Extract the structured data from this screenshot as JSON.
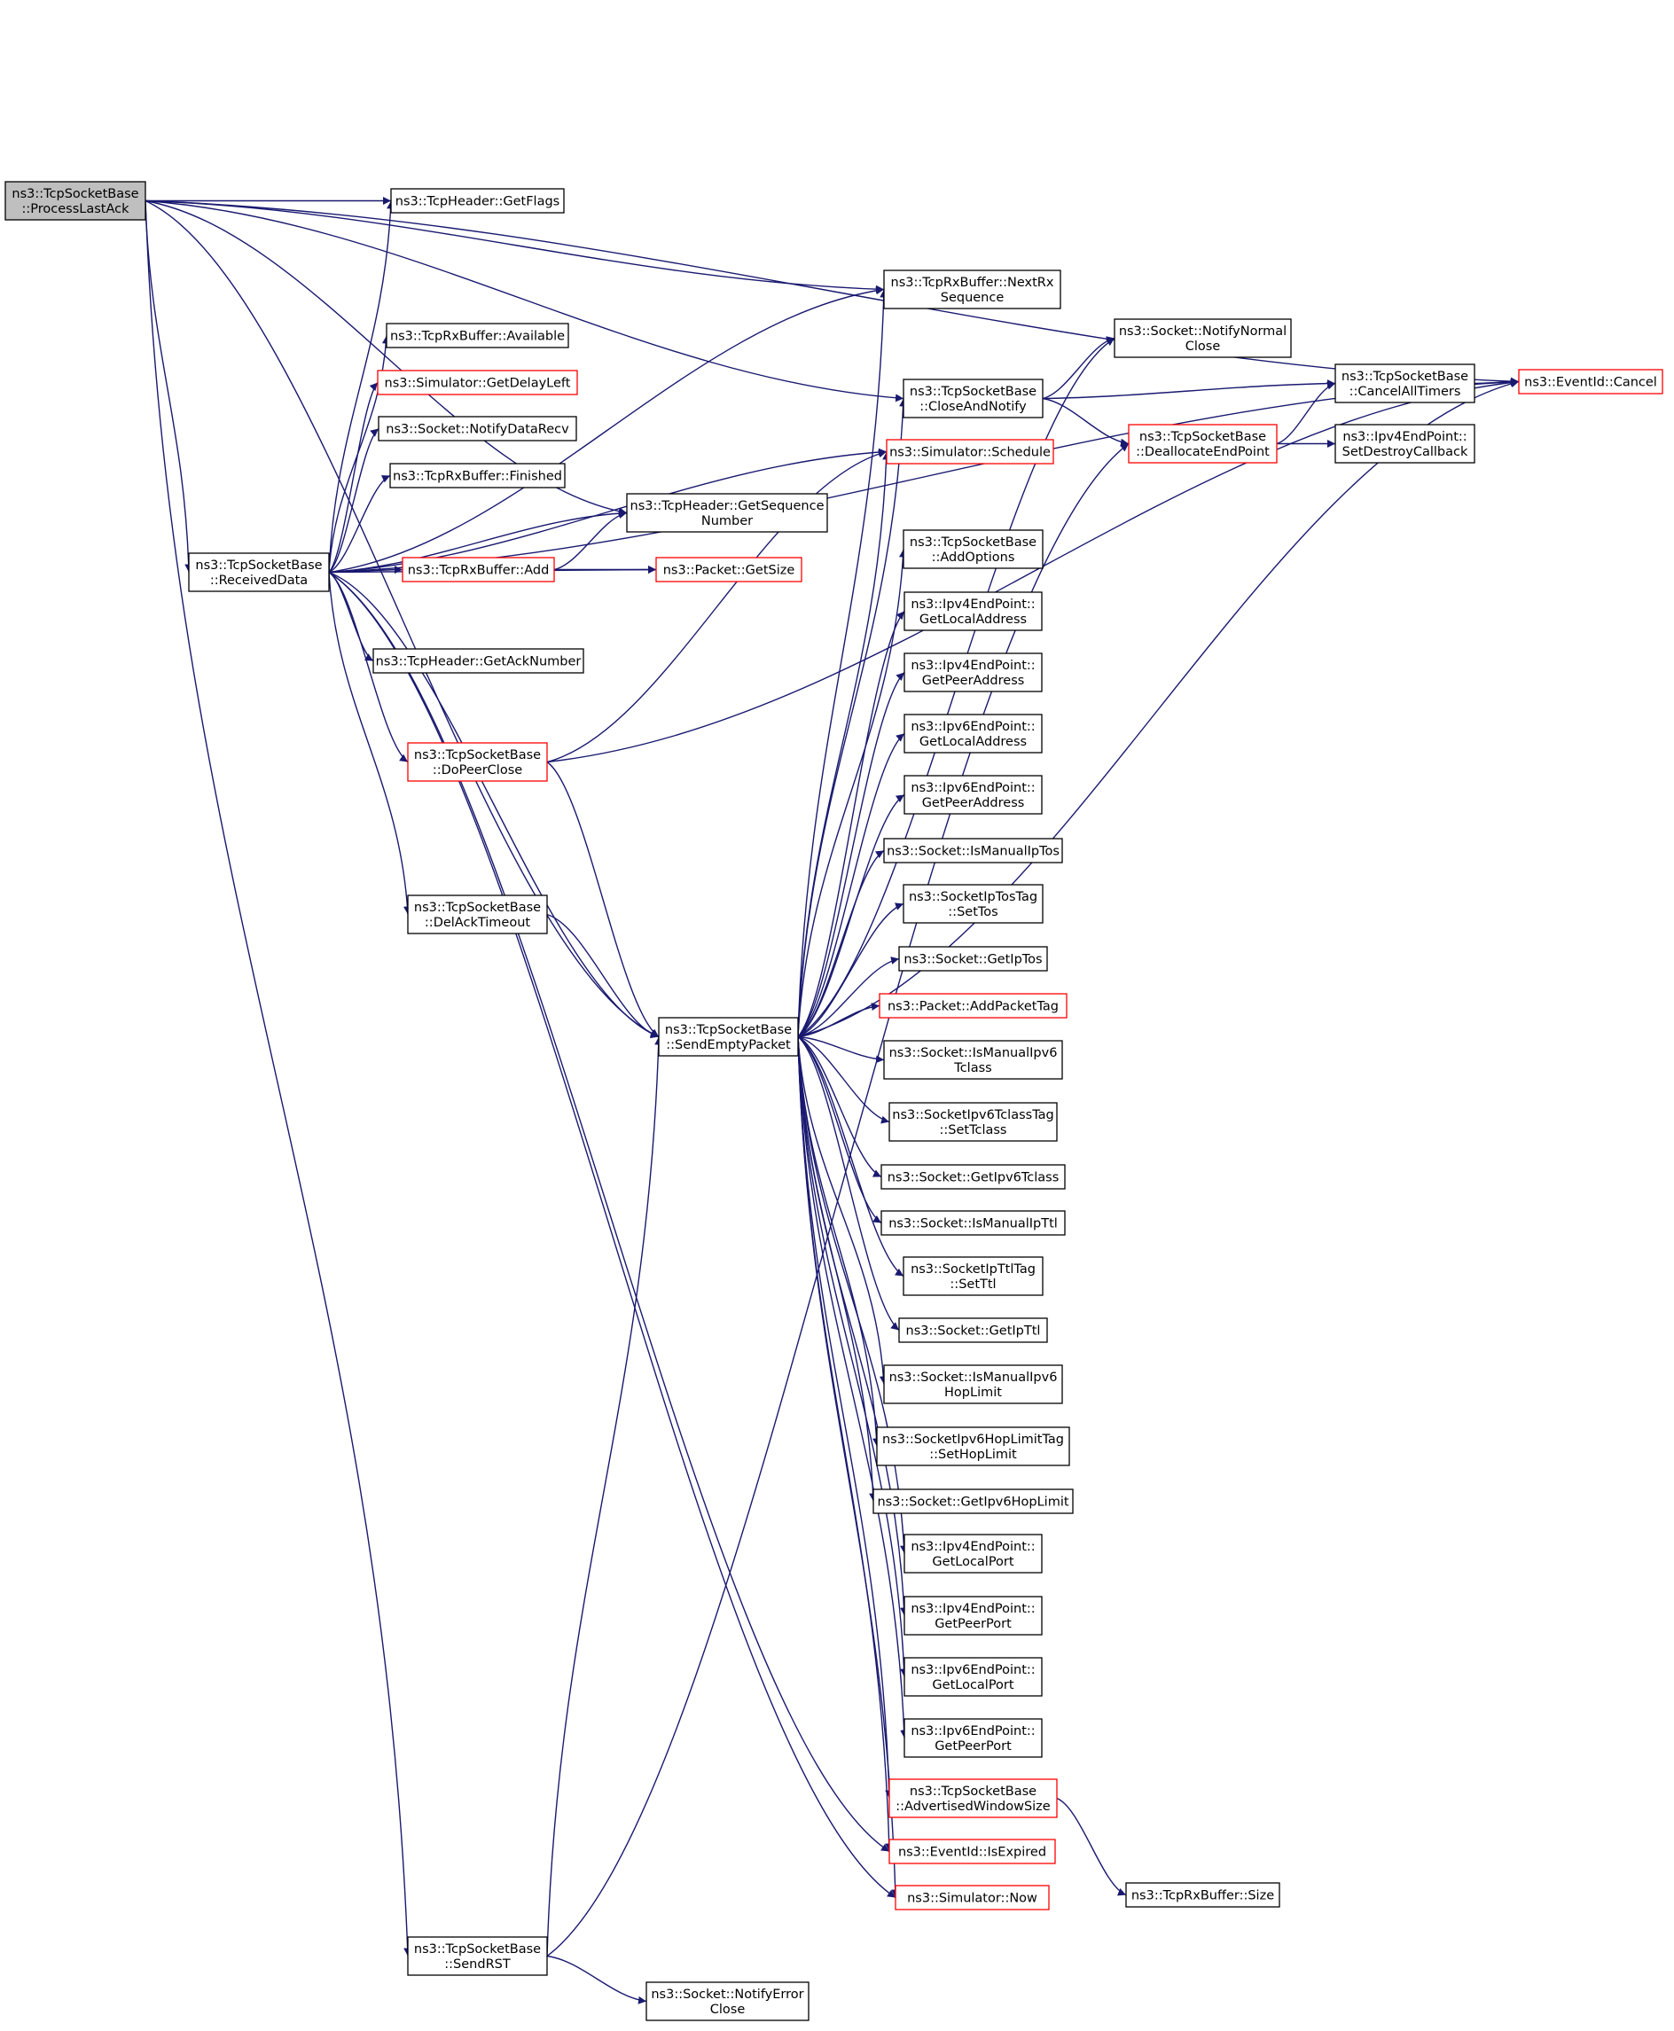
{
  "diagram": {
    "nodes": [
      {
        "id": "processlastack",
        "lines": [
          "ns3::TcpSocketBase",
          "::ProcessLastAck"
        ],
        "style": "root"
      },
      {
        "id": "getflags",
        "lines": [
          "ns3::TcpHeader::GetFlags"
        ],
        "style": "black"
      },
      {
        "id": "nextrx",
        "lines": [
          "ns3::TcpRxBuffer::NextRx",
          "Sequence"
        ],
        "style": "black"
      },
      {
        "id": "available",
        "lines": [
          "ns3::TcpRxBuffer::Available"
        ],
        "style": "black"
      },
      {
        "id": "getdelayleft",
        "lines": [
          "ns3::Simulator::GetDelayLeft"
        ],
        "style": "red"
      },
      {
        "id": "notifydatarecv",
        "lines": [
          "ns3::Socket::NotifyDataRecv"
        ],
        "style": "black"
      },
      {
        "id": "finished",
        "lines": [
          "ns3::TcpRxBuffer::Finished"
        ],
        "style": "black"
      },
      {
        "id": "getsequence",
        "lines": [
          "ns3::TcpHeader::GetSequence",
          "Number"
        ],
        "style": "black"
      },
      {
        "id": "receiveddata",
        "lines": [
          "ns3::TcpSocketBase",
          "::ReceivedData"
        ],
        "style": "black"
      },
      {
        "id": "rxadd",
        "lines": [
          "ns3::TcpRxBuffer::Add"
        ],
        "style": "red"
      },
      {
        "id": "getsize",
        "lines": [
          "ns3::Packet::GetSize"
        ],
        "style": "red"
      },
      {
        "id": "getacknumber",
        "lines": [
          "ns3::TcpHeader::GetAckNumber"
        ],
        "style": "black"
      },
      {
        "id": "dopeerclose",
        "lines": [
          "ns3::TcpSocketBase",
          "::DoPeerClose"
        ],
        "style": "red"
      },
      {
        "id": "delacktimeout",
        "lines": [
          "ns3::TcpSocketBase",
          "::DelAckTimeout"
        ],
        "style": "black"
      },
      {
        "id": "sendemptypacket",
        "lines": [
          "ns3::TcpSocketBase",
          "::SendEmptyPacket"
        ],
        "style": "black"
      },
      {
        "id": "sendrst",
        "lines": [
          "ns3::TcpSocketBase",
          "::SendRST"
        ],
        "style": "black"
      },
      {
        "id": "notifyerrorclose",
        "lines": [
          "ns3::Socket::NotifyError",
          "Close"
        ],
        "style": "black"
      },
      {
        "id": "notifynormalclose",
        "lines": [
          "ns3::Socket::NotifyNormal",
          "Close"
        ],
        "style": "black"
      },
      {
        "id": "closeandnotify",
        "lines": [
          "ns3::TcpSocketBase",
          "::CloseAndNotify"
        ],
        "style": "black"
      },
      {
        "id": "cancelalltimers",
        "lines": [
          "ns3::TcpSocketBase",
          "::CancelAllTimers"
        ],
        "style": "black"
      },
      {
        "id": "eventcancel",
        "lines": [
          "ns3::EventId::Cancel"
        ],
        "style": "red"
      },
      {
        "id": "deallocate",
        "lines": [
          "ns3::TcpSocketBase",
          "::DeallocateEndPoint"
        ],
        "style": "red"
      },
      {
        "id": "setdestroy",
        "lines": [
          "ns3::Ipv4EndPoint::",
          "SetDestroyCallback"
        ],
        "style": "black"
      },
      {
        "id": "schedule",
        "lines": [
          "ns3::Simulator::Schedule"
        ],
        "style": "red"
      },
      {
        "id": "addoptions",
        "lines": [
          "ns3::TcpSocketBase",
          "::AddOptions"
        ],
        "style": "black"
      },
      {
        "id": "v4localaddr",
        "lines": [
          "ns3::Ipv4EndPoint::",
          "GetLocalAddress"
        ],
        "style": "black"
      },
      {
        "id": "v4peeraddr",
        "lines": [
          "ns3::Ipv4EndPoint::",
          "GetPeerAddress"
        ],
        "style": "black"
      },
      {
        "id": "v6localaddr",
        "lines": [
          "ns3::Ipv6EndPoint::",
          "GetLocalAddress"
        ],
        "style": "black"
      },
      {
        "id": "v6peeraddr",
        "lines": [
          "ns3::Ipv6EndPoint::",
          "GetPeerAddress"
        ],
        "style": "black"
      },
      {
        "id": "ismanualiptos",
        "lines": [
          "ns3::Socket::IsManualIpTos"
        ],
        "style": "black"
      },
      {
        "id": "settos",
        "lines": [
          "ns3::SocketIpTosTag",
          "::SetTos"
        ],
        "style": "black"
      },
      {
        "id": "getiptos",
        "lines": [
          "ns3::Socket::GetIpTos"
        ],
        "style": "black"
      },
      {
        "id": "addpackettag",
        "lines": [
          "ns3::Packet::AddPacketTag"
        ],
        "style": "red"
      },
      {
        "id": "ismanualv6tclass",
        "lines": [
          "ns3::Socket::IsManualIpv6",
          "Tclass"
        ],
        "style": "black"
      },
      {
        "id": "settclass",
        "lines": [
          "ns3::SocketIpv6TclassTag",
          "::SetTclass"
        ],
        "style": "black"
      },
      {
        "id": "getv6tclass",
        "lines": [
          "ns3::Socket::GetIpv6Tclass"
        ],
        "style": "black"
      },
      {
        "id": "ismanualipttl",
        "lines": [
          "ns3::Socket::IsManualIpTtl"
        ],
        "style": "black"
      },
      {
        "id": "setttl",
        "lines": [
          "ns3::SocketIpTtlTag",
          "::SetTtl"
        ],
        "style": "black"
      },
      {
        "id": "getipttl",
        "lines": [
          "ns3::Socket::GetIpTtl"
        ],
        "style": "black"
      },
      {
        "id": "ismanualv6hop",
        "lines": [
          "ns3::Socket::IsManualIpv6",
          "HopLimit"
        ],
        "style": "black"
      },
      {
        "id": "sethoplimit",
        "lines": [
          "ns3::SocketIpv6HopLimitTag",
          "::SetHopLimit"
        ],
        "style": "black"
      },
      {
        "id": "getv6hoplimit",
        "lines": [
          "ns3::Socket::GetIpv6HopLimit"
        ],
        "style": "black"
      },
      {
        "id": "v4localport",
        "lines": [
          "ns3::Ipv4EndPoint::",
          "GetLocalPort"
        ],
        "style": "black"
      },
      {
        "id": "v4peerport",
        "lines": [
          "ns3::Ipv4EndPoint::",
          "GetPeerPort"
        ],
        "style": "black"
      },
      {
        "id": "v6localport",
        "lines": [
          "ns3::Ipv6EndPoint::",
          "GetLocalPort"
        ],
        "style": "black"
      },
      {
        "id": "v6peerport",
        "lines": [
          "ns3::Ipv6EndPoint::",
          "GetPeerPort"
        ],
        "style": "black"
      },
      {
        "id": "advwindow",
        "lines": [
          "ns3::TcpSocketBase",
          "::AdvertisedWindowSize"
        ],
        "style": "red"
      },
      {
        "id": "isexpired",
        "lines": [
          "ns3::EventId::IsExpired"
        ],
        "style": "red"
      },
      {
        "id": "simnow",
        "lines": [
          "ns3::Simulator::Now"
        ],
        "style": "red"
      },
      {
        "id": "rxsize",
        "lines": [
          "ns3::TcpRxBuffer::Size"
        ],
        "style": "black"
      }
    ],
    "edges": [
      [
        "processlastack",
        "getflags"
      ],
      [
        "processlastack",
        "nextrx"
      ],
      [
        "processlastack",
        "getsequence"
      ],
      [
        "processlastack",
        "closeandnotify"
      ],
      [
        "processlastack",
        "eventcancel"
      ],
      [
        "processlastack",
        "receiveddata"
      ],
      [
        "processlastack",
        "sendemptypacket"
      ],
      [
        "processlastack",
        "sendrst"
      ],
      [
        "receiveddata",
        "getflags"
      ],
      [
        "receiveddata",
        "nextrx"
      ],
      [
        "receiveddata",
        "available"
      ],
      [
        "receiveddata",
        "getdelayleft"
      ],
      [
        "receiveddata",
        "notifydatarecv"
      ],
      [
        "receiveddata",
        "finished"
      ],
      [
        "receiveddata",
        "getsequence"
      ],
      [
        "receiveddata",
        "rxadd"
      ],
      [
        "receiveddata",
        "eventcancel"
      ],
      [
        "receiveddata",
        "getacknumber"
      ],
      [
        "receiveddata",
        "getsize"
      ],
      [
        "receiveddata",
        "dopeerclose"
      ],
      [
        "receiveddata",
        "delacktimeout"
      ],
      [
        "receiveddata",
        "sendemptypacket"
      ],
      [
        "receiveddata",
        "schedule"
      ],
      [
        "receiveddata",
        "isexpired"
      ],
      [
        "receiveddata",
        "simnow"
      ],
      [
        "rxadd",
        "getsequence"
      ],
      [
        "rxadd",
        "getsize"
      ],
      [
        "dopeerclose",
        "schedule"
      ],
      [
        "dopeerclose",
        "eventcancel"
      ],
      [
        "dopeerclose",
        "sendemptypacket"
      ],
      [
        "delacktimeout",
        "sendemptypacket"
      ],
      [
        "sendrst",
        "sendemptypacket"
      ],
      [
        "sendrst",
        "deallocate"
      ],
      [
        "sendrst",
        "notifyerrorclose"
      ],
      [
        "closeandnotify",
        "notifynormalclose"
      ],
      [
        "closeandnotify",
        "cancelalltimers"
      ],
      [
        "closeandnotify",
        "deallocate"
      ],
      [
        "cancelalltimers",
        "eventcancel"
      ],
      [
        "deallocate",
        "cancelalltimers"
      ],
      [
        "deallocate",
        "setdestroy"
      ],
      [
        "advwindow",
        "rxsize"
      ],
      [
        "sendemptypacket",
        "nextrx"
      ],
      [
        "sendemptypacket",
        "notifynormalclose"
      ],
      [
        "sendemptypacket",
        "closeandnotify"
      ],
      [
        "sendemptypacket",
        "schedule"
      ],
      [
        "sendemptypacket",
        "addoptions"
      ],
      [
        "sendemptypacket",
        "v4localaddr"
      ],
      [
        "sendemptypacket",
        "v4peeraddr"
      ],
      [
        "sendemptypacket",
        "v6localaddr"
      ],
      [
        "sendemptypacket",
        "v6peeraddr"
      ],
      [
        "sendemptypacket",
        "ismanualiptos"
      ],
      [
        "sendemptypacket",
        "settos"
      ],
      [
        "sendemptypacket",
        "getiptos"
      ],
      [
        "sendemptypacket",
        "addpackettag"
      ],
      [
        "sendemptypacket",
        "ismanualv6tclass"
      ],
      [
        "sendemptypacket",
        "settclass"
      ],
      [
        "sendemptypacket",
        "getv6tclass"
      ],
      [
        "sendemptypacket",
        "ismanualipttl"
      ],
      [
        "sendemptypacket",
        "setttl"
      ],
      [
        "sendemptypacket",
        "getipttl"
      ],
      [
        "sendemptypacket",
        "ismanualv6hop"
      ],
      [
        "sendemptypacket",
        "sethoplimit"
      ],
      [
        "sendemptypacket",
        "getv6hoplimit"
      ],
      [
        "sendemptypacket",
        "v4localport"
      ],
      [
        "sendemptypacket",
        "v4peerport"
      ],
      [
        "sendemptypacket",
        "v6localport"
      ],
      [
        "sendemptypacket",
        "v6peerport"
      ],
      [
        "sendemptypacket",
        "advwindow"
      ],
      [
        "sendemptypacket",
        "isexpired"
      ],
      [
        "sendemptypacket",
        "simnow"
      ],
      [
        "sendemptypacket",
        "eventcancel"
      ]
    ]
  },
  "colors": {
    "edge": "#191970",
    "border_default": "#000000",
    "border_highlight": "#ff0000",
    "root_fill": "#bfbfbf",
    "background": "#ffffff"
  }
}
